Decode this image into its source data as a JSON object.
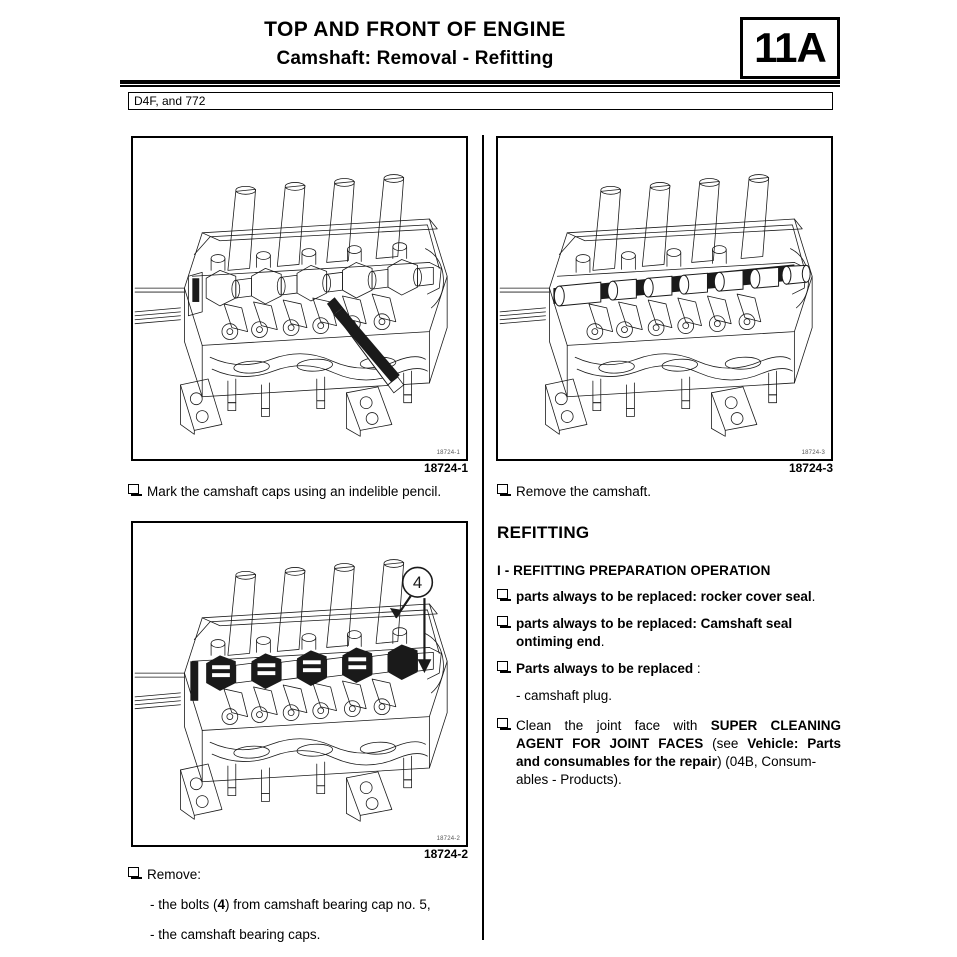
{
  "header": {
    "title_line1": "TOP AND FRONT OF ENGINE",
    "title_line2": "Camshaft: Removal - Refitting",
    "section_badge": "11A"
  },
  "variant": {
    "label": "D4F, and 772"
  },
  "figures": {
    "fig1": {
      "id": "18724-1",
      "inner_id": "18724-1"
    },
    "fig2": {
      "id": "18724-2",
      "inner_id": "18724-2"
    },
    "fig3": {
      "id": "18724-3",
      "inner_id": "18724-3"
    },
    "callout_4": "4"
  },
  "left_column": {
    "caption_1": "Mark the camshaft caps using an indelible pencil.",
    "remove_heading": "Remove:",
    "remove_item_1_a": "- the bolts (",
    "remove_item_1_b": "4",
    "remove_item_1_c": ") from camshaft bearing cap no. 5,",
    "remove_item_2": "- the camshaft bearing caps."
  },
  "right_column": {
    "caption_1": "Remove the camshaft.",
    "heading_refitting": "REFITTING",
    "heading_prep": "I - REFITTING PREPARATION OPERATION",
    "item_1_a": "parts always to be replaced: rocker cover seal",
    "item_1_b": ".",
    "item_2_line1": "parts always to be replaced: Camshaft seal on",
    "item_2_line2_a": "timing end",
    "item_2_line2_b": ".",
    "item_3_a": "Parts always to be replaced",
    "item_3_b": " :",
    "item_3_sub": "- camshaft plug.",
    "item_4_l1_a": "Clean",
    "item_4_l1_b": "the",
    "item_4_l1_c": "joint",
    "item_4_l1_d": "face",
    "item_4_l1_e": "with",
    "item_4_l1_f": "SUPER CLEANING",
    "item_4_l2_a": "AGENT FOR JOINT FACES",
    "item_4_l2_b": "(see",
    "item_4_l2_c": "Vehicle: Parts",
    "item_4_l3_a": "and consumables for the repair",
    "item_4_l3_b": ") (04B, Consum-",
    "item_4_l4": "ables - Products)."
  },
  "colors": {
    "ink": "#000000",
    "paper": "#ffffff",
    "line_art": "#1a1a1a",
    "figure_id_gray": "#555555"
  }
}
